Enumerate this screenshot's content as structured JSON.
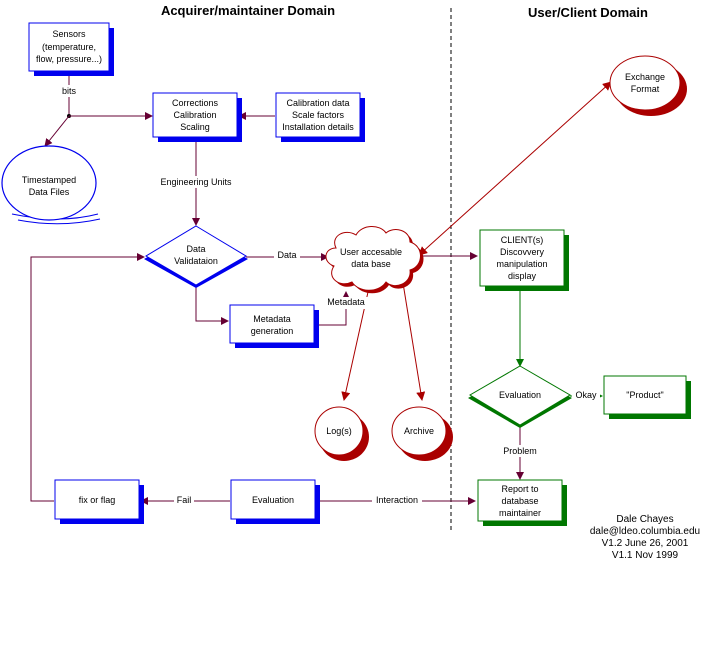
{
  "domains": {
    "left_title": "Acquirer/maintainer Domain",
    "right_title": "User/Client Domain"
  },
  "nodes": {
    "sensors": [
      "Sensors",
      "(temperature,",
      "flow, pressure...)"
    ],
    "corrections": [
      "Corrections",
      "Calibration",
      "Scaling"
    ],
    "calibration_data": [
      "Calibration data",
      "Scale factors",
      "Installation details"
    ],
    "timestamped": [
      "Timestamped",
      "Data Files"
    ],
    "data_validation": [
      "Data",
      "Validataion"
    ],
    "user_db": [
      "User accesable",
      "data base"
    ],
    "metadata_gen": [
      "Metadata",
      "generation"
    ],
    "exchange": [
      "Exchange",
      "Format"
    ],
    "client": [
      "CLIENT(s)",
      "Discovvery",
      "manipulation",
      "display"
    ],
    "evaluation_client": [
      "Evaluation"
    ],
    "product": [
      "\"Product\""
    ],
    "logs": [
      "Log(s)"
    ],
    "archive": [
      "Archive"
    ],
    "fix_or_flag": [
      "fix or flag"
    ],
    "evaluation_main": [
      "Evaluation"
    ],
    "report": [
      "Report to",
      "database",
      "maintainer"
    ]
  },
  "edge_labels": {
    "bits": "bits",
    "engineering_units": "Engineering Units",
    "data": "Data",
    "metadata": "Metadata",
    "okay": "Okay",
    "problem": "Problem",
    "fail": "Fail",
    "interaction": "Interaction"
  },
  "credit": [
    "Dale Chayes",
    "dale@ldeo.columbia.edu",
    "V1.2   June 26, 2001",
    "V1.1    Nov 1999"
  ],
  "colors": {
    "blue": "#0000ee",
    "green": "#007700",
    "red": "#aa0000",
    "maroon": "#660033"
  }
}
